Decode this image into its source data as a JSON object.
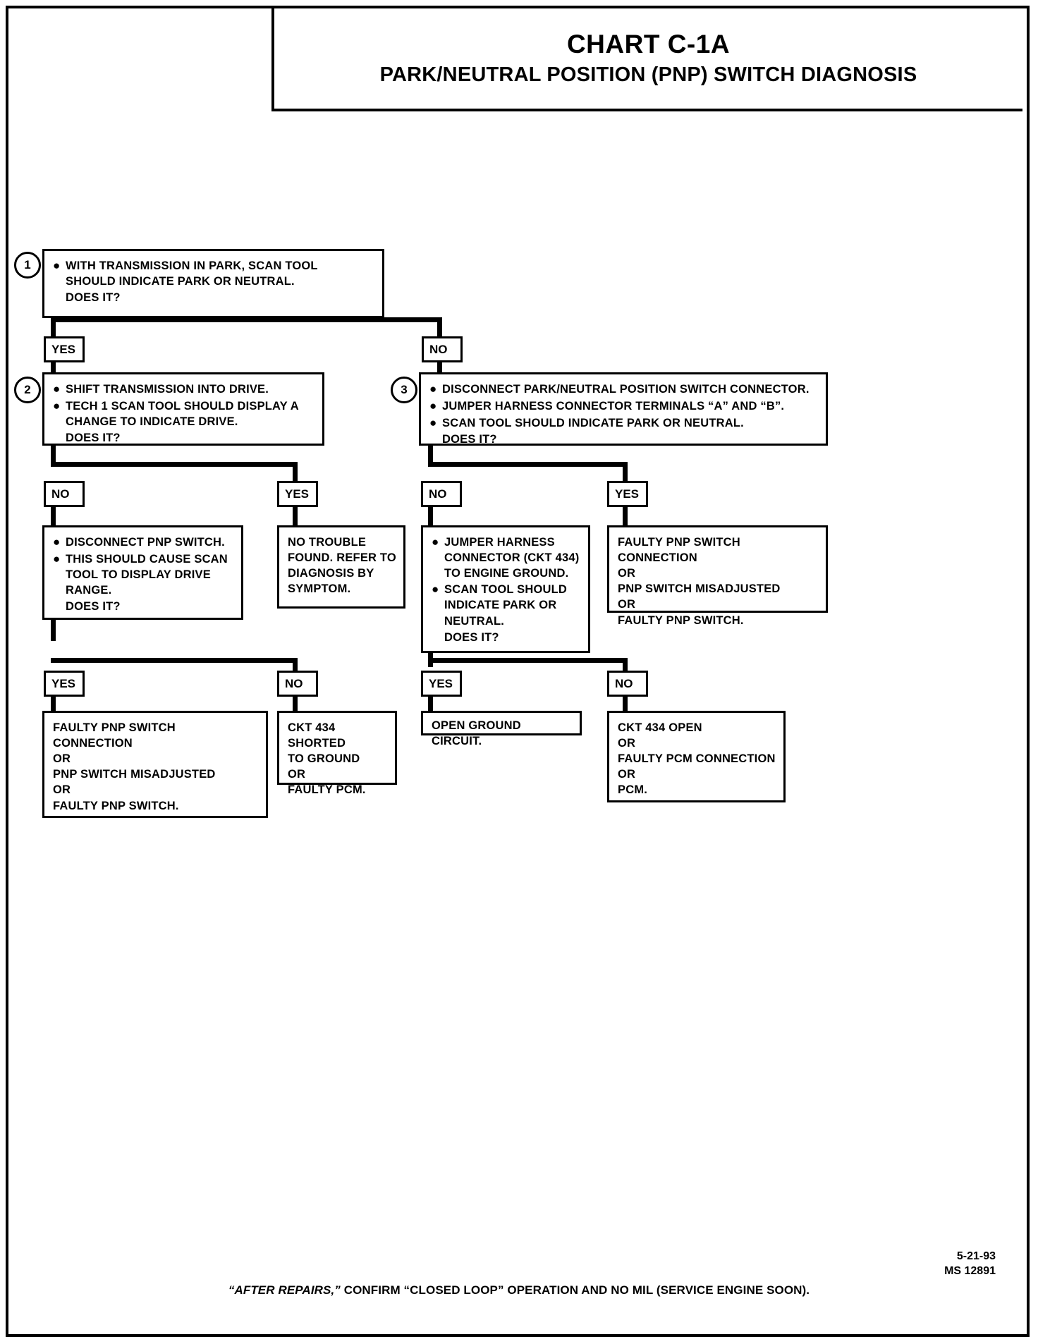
{
  "title": {
    "main": "CHART C-1A",
    "sub": "PARK/NEUTRAL POSITION (PNP) SWITCH DIAGNOSIS"
  },
  "steps": {
    "step1_number": "1",
    "step2_number": "2",
    "step3_number": "3"
  },
  "boxes": {
    "step1": {
      "bullet1": "WITH TRANSMISSION IN PARK,  SCAN TOOL\nSHOULD INDICATE PARK OR NEUTRAL.",
      "tail": "DOES IT?"
    },
    "step2": {
      "bullet1": "SHIFT TRANSMISSION INTO DRIVE.",
      "bullet2": "TECH 1 SCAN TOOL SHOULD DISPLAY A\nCHANGE TO INDICATE DRIVE.",
      "tail": "DOES IT?"
    },
    "step3": {
      "bullet1": "DISCONNECT PARK/NEUTRAL POSITION SWITCH CONNECTOR.",
      "bullet2": "JUMPER HARNESS CONNECTOR TERMINALS “A” AND “B”.",
      "bullet3": "SCAN TOOL SHOULD INDICATE PARK OR NEUTRAL.",
      "tail": "DOES IT?"
    },
    "disconnect_pnp": {
      "bullet1": "DISCONNECT PNP SWITCH.",
      "bullet2": "THIS SHOULD CAUSE SCAN\nTOOL TO DISPLAY DRIVE\nRANGE.",
      "tail": "DOES IT?"
    },
    "no_trouble_found": {
      "text": "NO TROUBLE\nFOUND.  REFER TO\nDIAGNOSIS BY\nSYMPTOM."
    },
    "jumper_ground": {
      "bullet1": "JUMPER HARNESS\nCONNECTOR (CKT 434)\nTO ENGINE GROUND.",
      "bullet2": "SCAN TOOL SHOULD\nINDICATE PARK OR\nNEUTRAL.",
      "tail": "DOES IT?"
    },
    "faulty_pnp_right": {
      "text": "FAULTY PNP SWITCH CONNECTION\nOR\nPNP SWITCH MISADJUSTED\nOR\nFAULTY PNP SWITCH."
    },
    "faulty_pnp_left": {
      "text": "FAULTY PNP SWITCH\nCONNECTION\nOR\nPNP SWITCH MISADJUSTED\nOR\nFAULTY PNP SWITCH."
    },
    "ckt434_shorted": {
      "text": "CKT 434 SHORTED\nTO GROUND\nOR\nFAULTY PCM."
    },
    "open_ground": {
      "text": "OPEN GROUND CIRCUIT."
    },
    "ckt434_open": {
      "text": "CKT 434 OPEN\nOR\nFAULTY PCM CONNECTION\nOR\nPCM."
    }
  },
  "branch_labels": {
    "l1_yes": "YES",
    "l1_no": "NO",
    "l2_no": "NO",
    "l2_yes": "YES",
    "l3_no": "NO",
    "l3_yes": "YES",
    "l4_yes": "YES",
    "l4_no": "NO",
    "l5_yes": "YES",
    "l5_no": "NO"
  },
  "footer": {
    "note_italic": "“AFTER REPAIRS,”",
    "note_rest": " CONFIRM “CLOSED LOOP” OPERATION AND NO MIL (SERVICE ENGINE SOON).",
    "date": "5-21-93",
    "code": "MS 12891"
  }
}
